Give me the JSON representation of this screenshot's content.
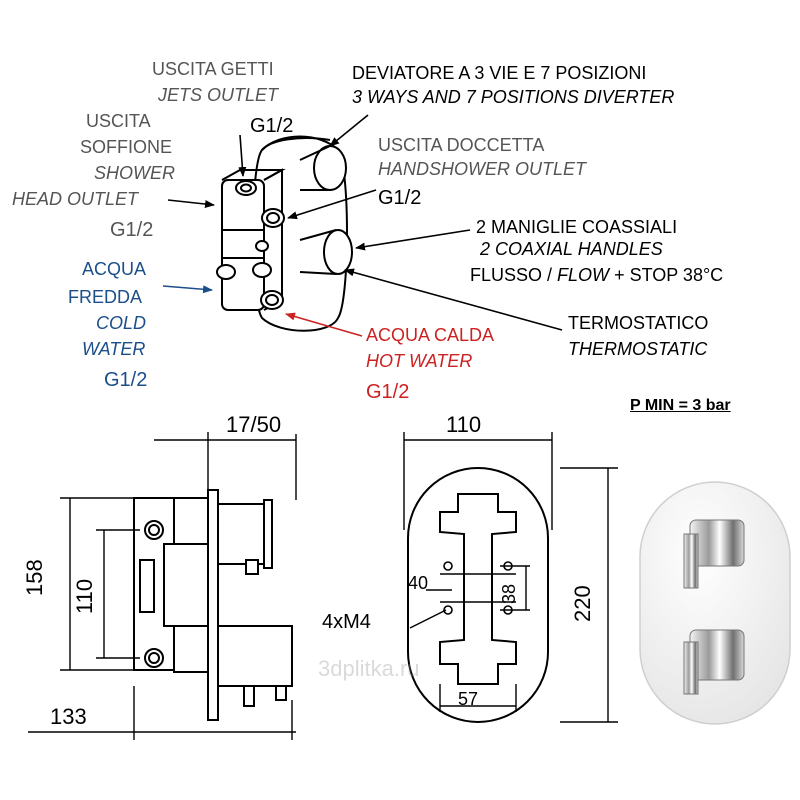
{
  "labels": {
    "jets_it": "USCITA GETTI",
    "jets_en": "JETS OUTLET",
    "jets_size": "G1/2",
    "head_it_1": "USCITA",
    "head_it_2": "SOFFIONE",
    "head_en_1": "SHOWER",
    "head_en_2": "HEAD OUTLET",
    "head_size": "G1/2",
    "cold_it_1": "ACQUA",
    "cold_it_2": "FREDDA",
    "cold_en_1": "COLD",
    "cold_en_2": "WATER",
    "cold_size": "G1/2",
    "diverter_it": "DEVIATORE A 3 VIE E 7 POSIZIONI",
    "diverter_en": "3 WAYS AND 7 POSITIONS DIVERTER",
    "hand_it": "USCITA DOCCETTA",
    "hand_en": "HANDSHOWER OUTLET",
    "hand_size": "G1/2",
    "handles_it": "2 MANIGLIE COASSIALI",
    "handles_en": "2 COAXIAL HANDLES",
    "flow_a": "FLUSSO /",
    "flow_b": "FLOW",
    "flow_c": "+ STOP 38°C",
    "thermo_it": "TERMOSTATICO",
    "thermo_en": "THERMOSTATIC",
    "hot_it": "ACQUA CALDA",
    "hot_en": "HOT WATER",
    "hot_size": "G1/2",
    "pmin": "P MIN = 3 bar"
  },
  "dimensions": {
    "depth_range": "17/50",
    "width": "110",
    "height_total": "158",
    "height_inner": "110",
    "depth": "133",
    "plate_height": "220",
    "hole_h": "40",
    "hole_v": "38",
    "screws": "4xM4",
    "base": "57"
  },
  "watermark": "3dplitka.ru",
  "colors": {
    "cold": "#1b4f8a",
    "hot": "#cc2222",
    "label_gray": "#555555"
  }
}
